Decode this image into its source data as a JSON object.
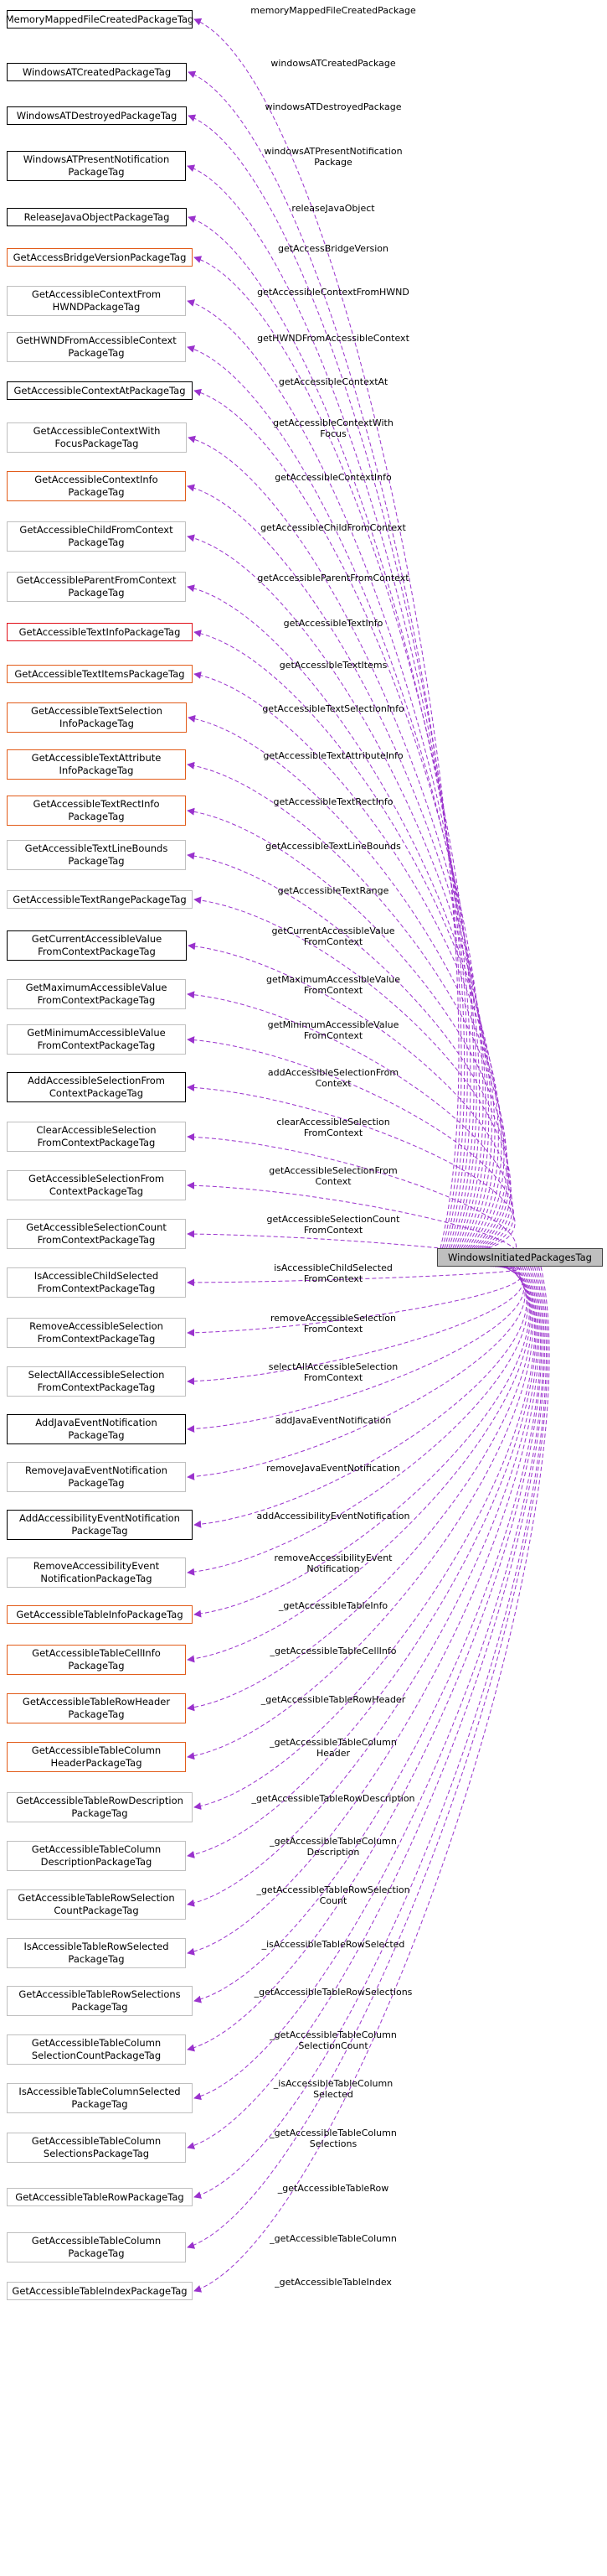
{
  "target": {
    "label": "WindowsInitiatedPackagesTag"
  },
  "colors": {
    "edge": "#9a32cd",
    "black": "#000000",
    "orange": "#e25c1a",
    "red": "#e0101a",
    "gray": "#bfbfbf"
  },
  "nodes": [
    {
      "label": "MemoryMappedFileCreatedPackageTag",
      "edge": "memoryMappedFileCreatedPackage",
      "border": "black"
    },
    {
      "label": "WindowsATCreatedPackageTag",
      "edge": "windowsATCreatedPackage",
      "border": "black"
    },
    {
      "label": "WindowsATDestroyedPackageTag",
      "edge": "windowsATDestroyedPackage",
      "border": "black"
    },
    {
      "label": "WindowsATPresentNotification\nPackageTag",
      "edge": "windowsATPresentNotification\nPackage",
      "border": "black"
    },
    {
      "label": "ReleaseJavaObjectPackageTag",
      "edge": "releaseJavaObject",
      "border": "black"
    },
    {
      "label": "GetAccessBridgeVersionPackageTag",
      "edge": "getAccessBridgeVersion",
      "border": "orange"
    },
    {
      "label": "GetAccessibleContextFrom\nHWNDPackageTag",
      "edge": "getAccessibleContextFromHWND",
      "border": "gray"
    },
    {
      "label": "GetHWNDFromAccessibleContext\nPackageTag",
      "edge": "getHWNDFromAccessibleContext",
      "border": "gray"
    },
    {
      "label": "GetAccessibleContextAtPackageTag",
      "edge": "getAccessibleContextAt",
      "border": "black"
    },
    {
      "label": "GetAccessibleContextWith\nFocusPackageTag",
      "edge": "getAccessibleContextWith\nFocus",
      "border": "gray"
    },
    {
      "label": "GetAccessibleContextInfo\nPackageTag",
      "edge": "getAccessibleContextInfo",
      "border": "orange"
    },
    {
      "label": "GetAccessibleChildFromContext\nPackageTag",
      "edge": "getAccessibleChildFromContext",
      "border": "gray"
    },
    {
      "label": "GetAccessibleParentFromContext\nPackageTag",
      "edge": "getAccessibleParentFromContext",
      "border": "gray"
    },
    {
      "label": "GetAccessibleTextInfoPackageTag",
      "edge": "getAccessibleTextInfo",
      "border": "red"
    },
    {
      "label": "GetAccessibleTextItemsPackageTag",
      "edge": "getAccessibleTextItems",
      "border": "orange"
    },
    {
      "label": "GetAccessibleTextSelection\nInfoPackageTag",
      "edge": "getAccessibleTextSelectionInfo",
      "border": "orange"
    },
    {
      "label": "GetAccessibleTextAttribute\nInfoPackageTag",
      "edge": "getAccessibleTextAttributeInfo",
      "border": "orange"
    },
    {
      "label": "GetAccessibleTextRectInfo\nPackageTag",
      "edge": "getAccessibleTextRectInfo",
      "border": "orange"
    },
    {
      "label": "GetAccessibleTextLineBounds\nPackageTag",
      "edge": "getAccessibleTextLineBounds",
      "border": "gray"
    },
    {
      "label": "GetAccessibleTextRangePackageTag",
      "edge": "getAccessibleTextRange",
      "border": "gray"
    },
    {
      "label": "GetCurrentAccessibleValue\nFromContextPackageTag",
      "edge": "getCurrentAccessibleValue\nFromContext",
      "border": "black"
    },
    {
      "label": "GetMaximumAccessibleValue\nFromContextPackageTag",
      "edge": "getMaximumAccessibleValue\nFromContext",
      "border": "gray"
    },
    {
      "label": "GetMinimumAccessibleValue\nFromContextPackageTag",
      "edge": "getMinimumAccessibleValue\nFromContext",
      "border": "gray"
    },
    {
      "label": "AddAccessibleSelectionFrom\nContextPackageTag",
      "edge": "addAccessibleSelectionFrom\nContext",
      "border": "black"
    },
    {
      "label": "ClearAccessibleSelection\nFromContextPackageTag",
      "edge": "clearAccessibleSelection\nFromContext",
      "border": "gray"
    },
    {
      "label": "GetAccessibleSelectionFrom\nContextPackageTag",
      "edge": "getAccessibleSelectionFrom\nContext",
      "border": "gray"
    },
    {
      "label": "GetAccessibleSelectionCount\nFromContextPackageTag",
      "edge": "getAccessibleSelectionCount\nFromContext",
      "border": "gray"
    },
    {
      "label": "IsAccessibleChildSelected\nFromContextPackageTag",
      "edge": "isAccessibleChildSelected\nFromContext",
      "border": "gray"
    },
    {
      "label": "RemoveAccessibleSelection\nFromContextPackageTag",
      "edge": "removeAccessibleSelection\nFromContext",
      "border": "gray"
    },
    {
      "label": "SelectAllAccessibleSelection\nFromContextPackageTag",
      "edge": "selectAllAccessibleSelection\nFromContext",
      "border": "gray"
    },
    {
      "label": "AddJavaEventNotification\nPackageTag",
      "edge": "addJavaEventNotification",
      "border": "black"
    },
    {
      "label": "RemoveJavaEventNotification\nPackageTag",
      "edge": "removeJavaEventNotification",
      "border": "gray"
    },
    {
      "label": "AddAccessibilityEventNotification\nPackageTag",
      "edge": "addAccessibilityEventNotification",
      "border": "black"
    },
    {
      "label": "RemoveAccessibilityEvent\nNotificationPackageTag",
      "edge": "removeAccessibilityEvent\nNotification",
      "border": "gray"
    },
    {
      "label": "GetAccessibleTableInfoPackageTag",
      "edge": "_getAccessibleTableInfo",
      "border": "orange"
    },
    {
      "label": "GetAccessibleTableCellInfo\nPackageTag",
      "edge": "_getAccessibleTableCellInfo",
      "border": "orange"
    },
    {
      "label": "GetAccessibleTableRowHeader\nPackageTag",
      "edge": "_getAccessibleTableRowHeader",
      "border": "orange"
    },
    {
      "label": "GetAccessibleTableColumn\nHeaderPackageTag",
      "edge": "_getAccessibleTableColumn\nHeader",
      "border": "orange"
    },
    {
      "label": "GetAccessibleTableRowDescription\nPackageTag",
      "edge": "_getAccessibleTableRowDescription",
      "border": "gray"
    },
    {
      "label": "GetAccessibleTableColumn\nDescriptionPackageTag",
      "edge": "_getAccessibleTableColumn\nDescription",
      "border": "gray"
    },
    {
      "label": "GetAccessibleTableRowSelection\nCountPackageTag",
      "edge": "_getAccessibleTableRowSelection\nCount",
      "border": "gray"
    },
    {
      "label": "IsAccessibleTableRowSelected\nPackageTag",
      "edge": "_isAccessibleTableRowSelected",
      "border": "gray"
    },
    {
      "label": "GetAccessibleTableRowSelections\nPackageTag",
      "edge": "_getAccessibleTableRowSelections",
      "border": "gray"
    },
    {
      "label": "GetAccessibleTableColumn\nSelectionCountPackageTag",
      "edge": "_getAccessibleTableColumn\nSelectionCount",
      "border": "gray"
    },
    {
      "label": "IsAccessibleTableColumnSelected\nPackageTag",
      "edge": "_isAccessibleTableColumn\nSelected",
      "border": "gray"
    },
    {
      "label": "GetAccessibleTableColumn\nSelectionsPackageTag",
      "edge": "_getAccessibleTableColumn\nSelections",
      "border": "gray"
    },
    {
      "label": "GetAccessibleTableRowPackageTag",
      "edge": "_getAccessibleTableRow",
      "border": "gray"
    },
    {
      "label": "GetAccessibleTableColumn\nPackageTag",
      "edge": "_getAccessibleTableColumn",
      "border": "gray"
    },
    {
      "label": "GetAccessibleTableIndexPackageTag",
      "edge": "_getAccessibleTableIndex",
      "border": "gray"
    }
  ]
}
